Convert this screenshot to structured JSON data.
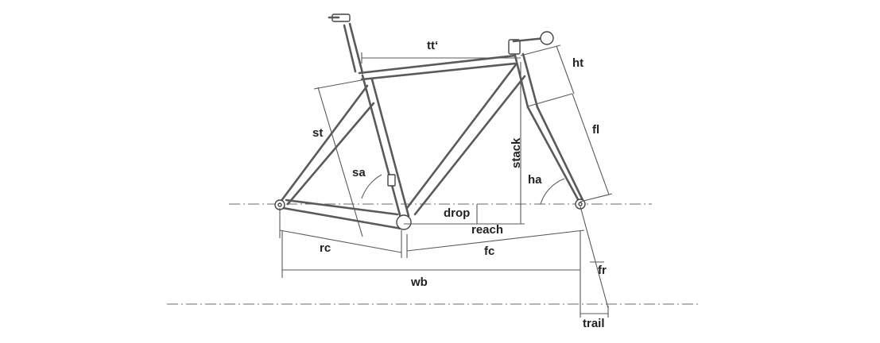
{
  "labels": {
    "tt": "tt‘",
    "ht": "ht",
    "st": "st",
    "fl": "fl",
    "stack": "stack",
    "sa": "sa",
    "ha": "ha",
    "drop": "drop",
    "reach": "reach",
    "rc": "rc",
    "fc": "fc",
    "fr": "fr",
    "wb": "wb",
    "trail": "trail"
  },
  "colors": {
    "line": "#5a5a5a",
    "text": "#222222",
    "background": "#ffffff"
  }
}
